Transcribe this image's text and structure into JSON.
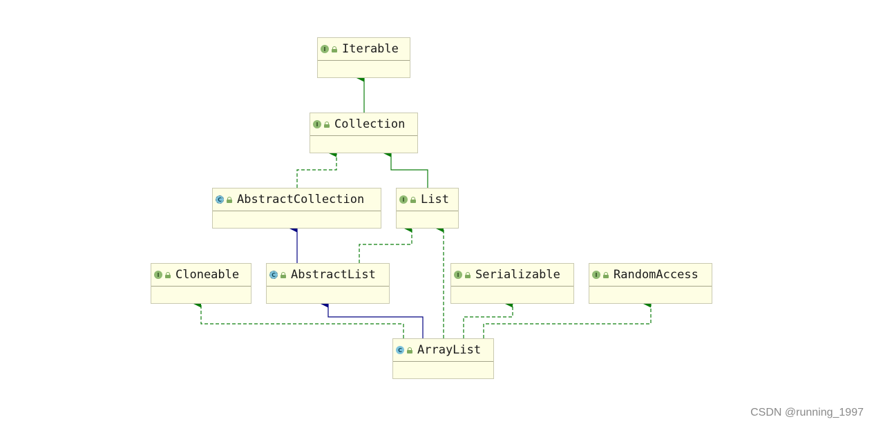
{
  "nodes": {
    "iterable": {
      "name": "Iterable",
      "kind": "interface"
    },
    "collection": {
      "name": "Collection",
      "kind": "interface"
    },
    "abstract_collection": {
      "name": "AbstractCollection",
      "kind": "abstract_class"
    },
    "list": {
      "name": "List",
      "kind": "interface"
    },
    "cloneable": {
      "name": "Cloneable",
      "kind": "interface"
    },
    "abstract_list": {
      "name": "AbstractList",
      "kind": "abstract_class"
    },
    "serializable": {
      "name": "Serializable",
      "kind": "interface"
    },
    "random_access": {
      "name": "RandomAccess",
      "kind": "interface"
    },
    "array_list": {
      "name": "ArrayList",
      "kind": "class"
    }
  },
  "icons": {
    "interface_letter": "I",
    "class_letter": "C"
  },
  "edges": [
    {
      "from": "collection",
      "to": "iterable",
      "type": "extends"
    },
    {
      "from": "abstract_collection",
      "to": "collection",
      "type": "implements"
    },
    {
      "from": "list",
      "to": "collection",
      "type": "extends"
    },
    {
      "from": "abstract_list",
      "to": "abstract_collection",
      "type": "extends_class"
    },
    {
      "from": "abstract_list",
      "to": "list",
      "type": "implements"
    },
    {
      "from": "array_list",
      "to": "cloneable",
      "type": "implements"
    },
    {
      "from": "array_list",
      "to": "abstract_list",
      "type": "extends_class"
    },
    {
      "from": "array_list",
      "to": "list",
      "type": "implements"
    },
    {
      "from": "array_list",
      "to": "serializable",
      "type": "implements"
    },
    {
      "from": "array_list",
      "to": "random_access",
      "type": "implements"
    }
  ],
  "colors": {
    "interface_edge": "#0a7d0a",
    "class_edge": "#000080",
    "node_fill": "#fefee4"
  },
  "watermark": "CSDN @running_1997"
}
